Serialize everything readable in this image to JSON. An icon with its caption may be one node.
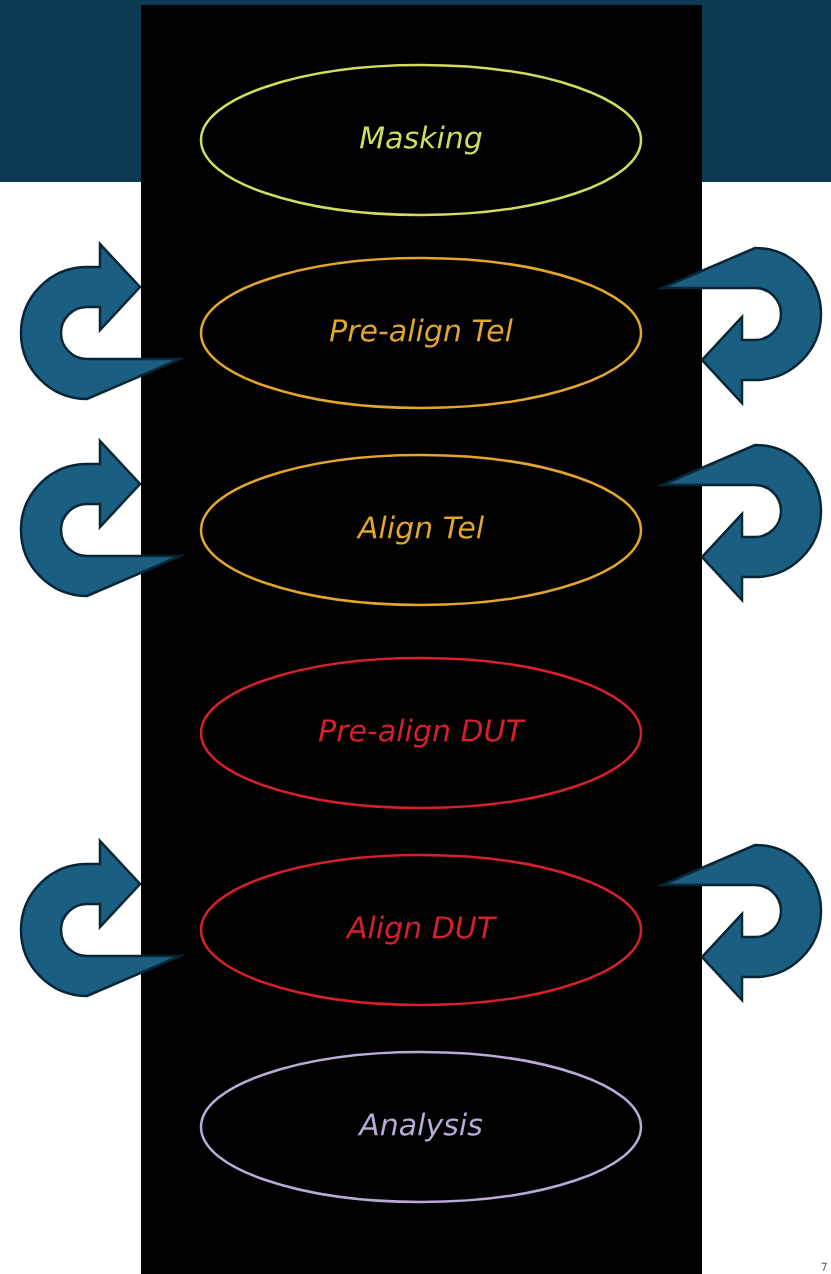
{
  "diagram": {
    "nodes": [
      {
        "text": [
          "Masking"
        ]
      },
      {
        "text": [
          "Pre-align Tel"
        ]
      },
      {
        "text": [
          "Align Tel"
        ]
      },
      {
        "text": [
          "Pre-align DUT"
        ]
      },
      {
        "text": [
          "Align DUT"
        ]
      },
      {
        "text": [
          "Analysis"
        ]
      }
    ],
    "labels": [
      "7"
    ]
  }
}
